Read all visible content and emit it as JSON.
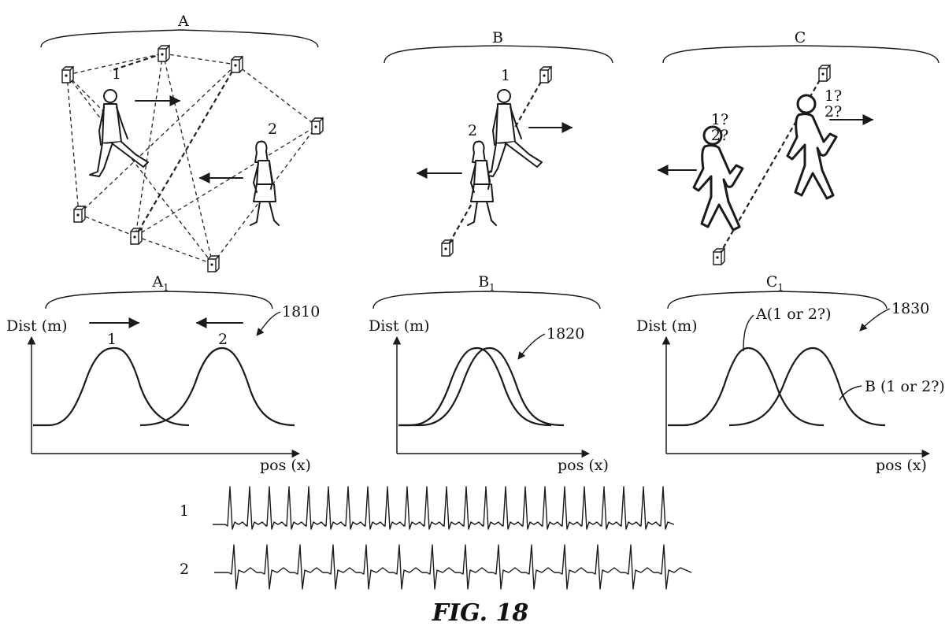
{
  "scenes": {
    "a": {
      "label": "A",
      "person1": "1",
      "person2": "2"
    },
    "b": {
      "label": "B",
      "person1": "1",
      "person2": "2"
    },
    "c": {
      "label": "C",
      "ambiguity": [
        "1?",
        "2?"
      ]
    }
  },
  "charts": {
    "a1": {
      "label": "A",
      "sub": "1",
      "ref": "1810",
      "ylabel": "Dist (m)",
      "xlabel": "pos (x)",
      "peak1": "1",
      "peak2": "2"
    },
    "b1": {
      "label": "B",
      "sub": "1",
      "ref": "1820",
      "ylabel": "Dist (m)",
      "xlabel": "pos (x)"
    },
    "c1": {
      "label": "C",
      "sub": "1",
      "ref": "1830",
      "ylabel": "Dist (m)",
      "xlabel": "pos (x)",
      "curve_a": "A(1 or 2?)",
      "curve_b": "B (1 or 2?)"
    }
  },
  "signals": {
    "row1": "1",
    "row2": "2"
  },
  "caption": "FIG. 18"
}
